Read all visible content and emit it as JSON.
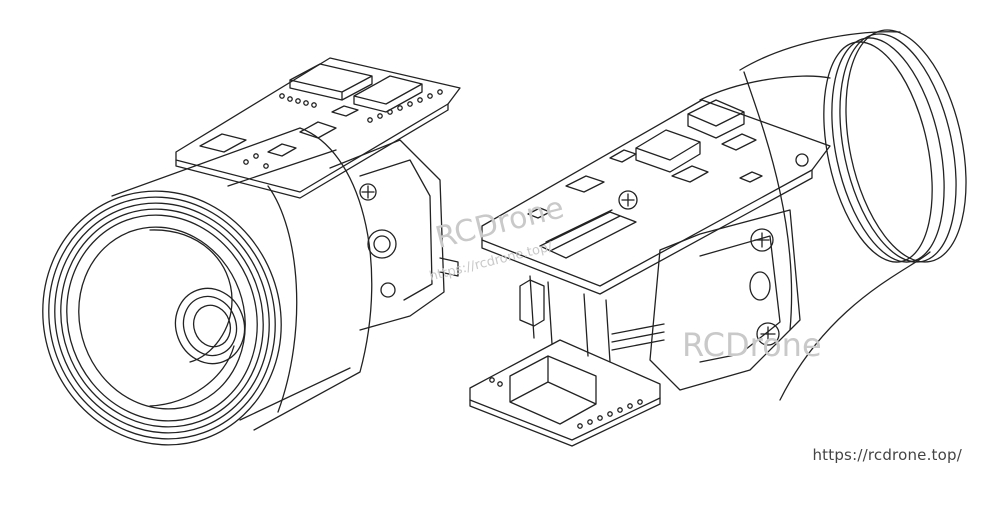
{
  "watermarks": {
    "brand_primary": "RCDrone",
    "url_primary": "https://rcdrone.top/",
    "brand_secondary": "RCDrone"
  },
  "footer": {
    "source_url": "https://rcdrone.top/"
  },
  "colors": {
    "line": "#222222",
    "background": "#ffffff",
    "watermark": "#c9c9c9"
  }
}
